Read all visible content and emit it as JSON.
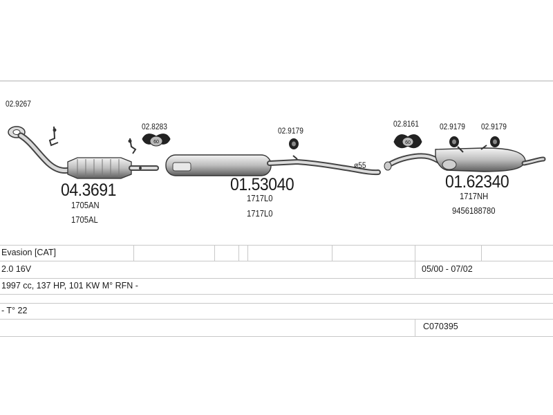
{
  "parts": {
    "front_cat": {
      "code": "04.3691",
      "refs": [
        "1705AN",
        "1705AL"
      ],
      "accessory": "02.9267"
    },
    "middle_silencer": {
      "code": "01.53040",
      "refs": [
        "1717L0",
        "1717L0"
      ],
      "accessories": [
        "02.8283",
        "02.9179"
      ],
      "diameter": "ø55"
    },
    "rear_silencer": {
      "code": "01.62340",
      "refs": [
        "1717NH",
        "9456188780"
      ],
      "accessories": [
        "02.8161",
        "02.9179",
        "02.9179"
      ]
    }
  },
  "table": {
    "model": "Evasion  [CAT]",
    "engine": "2.0 16V",
    "years": "05/00 - 07/02",
    "spec": "1997 cc, 137 HP, 101 KW M° RFN -",
    "note": "- T° 22",
    "kit_code": "C070395"
  }
}
